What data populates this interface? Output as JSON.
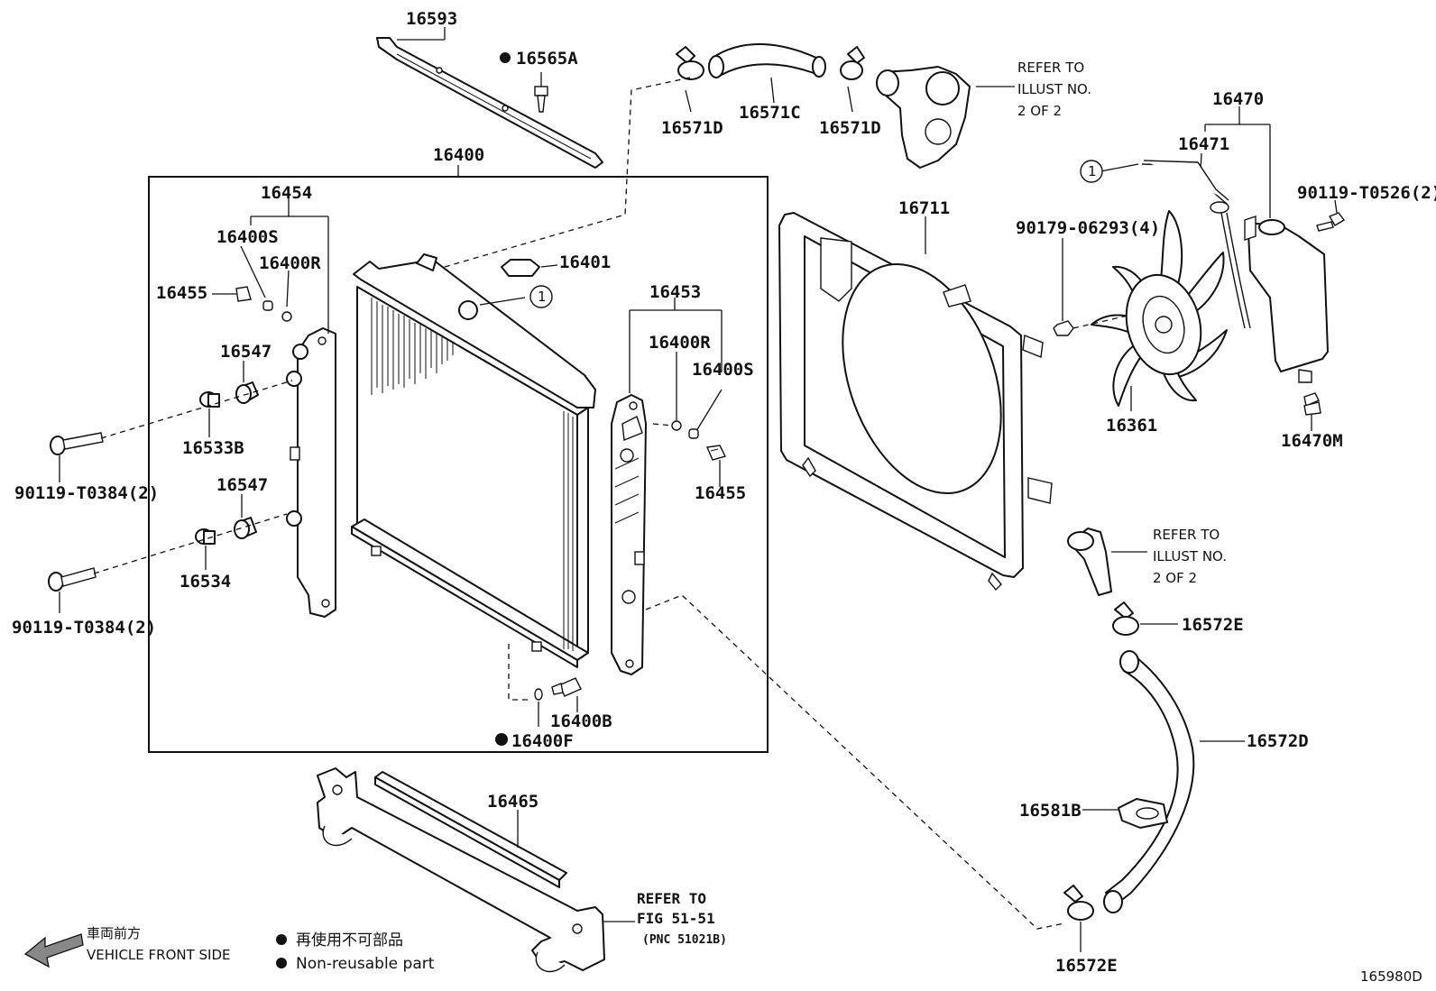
{
  "diagram": {
    "labels": {
      "p16593": "16593",
      "p16565A": "16565A",
      "p16571D_a": "16571D",
      "p16571C": "16571C",
      "p16571D_b": "16571D",
      "p16400": "16400",
      "p16454": "16454",
      "p16400S_a": "16400S",
      "p16400R_a": "16400R",
      "p16455_a": "16455",
      "p16401": "16401",
      "p16547_a": "16547",
      "p16533B": "16533B",
      "p90119_T0384_a": "90119-T0384(2)",
      "p16547_b": "16547",
      "p16534": "16534",
      "p90119_T0384_b": "90119-T0384(2)",
      "p16453": "16453",
      "p16400R_b": "16400R",
      "p16400S_b": "16400S",
      "p16455_b": "16455",
      "p16400B": "16400B",
      "p16400F": "16400F",
      "p16711": "16711",
      "p16470": "16470",
      "p16471": "16471",
      "p90119_T0526": "90119-T0526(2)",
      "p90179_06293": "90179-06293(4)",
      "p16361": "16361",
      "p16470M": "16470M",
      "p16572E_a": "16572E",
      "p16572D": "16572D",
      "p16581B": "16581B",
      "p16572E_b": "16572E",
      "p16465": "16465"
    },
    "callout_marker": "1",
    "refer_top": [
      "REFER TO",
      "ILLUST NO.",
      "2 OF 2"
    ],
    "refer_right": [
      "REFER TO",
      "ILLUST NO.",
      "2 OF 2"
    ],
    "refer_fig": [
      "REFER TO",
      "FIG 51-51",
      "(PNC 51021B)"
    ],
    "legend": {
      "front_jp": "車両前方",
      "front_en": "VEHICLE FRONT SIDE",
      "nonreuse_jp": "再使用不可部品",
      "nonreuse_en": "Non-reusable part"
    },
    "illustration_no": "165980D"
  }
}
